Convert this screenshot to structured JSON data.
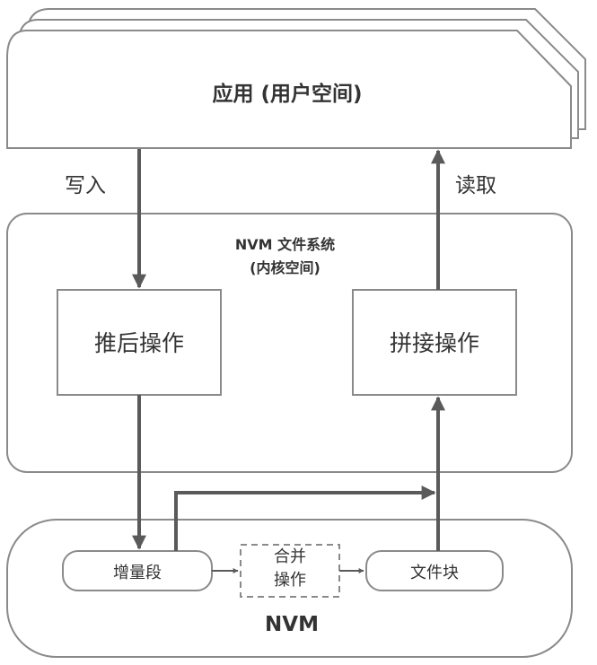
{
  "app": {
    "title": "应用 (用户空间)"
  },
  "arrows": {
    "write_label": "写入",
    "read_label": "读取"
  },
  "fs": {
    "title_line1": "NVM 文件系统",
    "title_line2": "(内核空间)"
  },
  "ops": {
    "push": "推后操作",
    "splice": "拼接操作"
  },
  "nvm": {
    "title": "NVM",
    "increment": "增量段",
    "merge_line1": "合并",
    "merge_line2": "操作",
    "file_block": "文件块"
  },
  "colors": {
    "stroke": "#8a8a8a",
    "arrow": "#5a5a5a",
    "text": "#333333"
  }
}
